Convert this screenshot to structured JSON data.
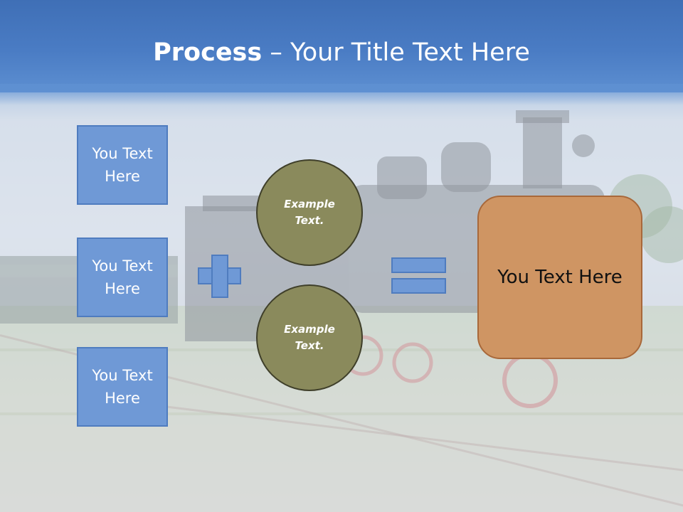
{
  "title": {
    "bold": "Process",
    "rest": " – Your Title Text Here"
  },
  "left_boxes": [
    {
      "line1": "You Text",
      "line2": "Here"
    },
    {
      "line1": "You Text",
      "line2": "Here"
    },
    {
      "line1": "You Text",
      "line2": "Here"
    }
  ],
  "circles": [
    {
      "line1": "Example",
      "line2": "Text."
    },
    {
      "line1": "Example",
      "line2": "Text."
    }
  ],
  "result_box": "You Text Here",
  "colors": {
    "title_band": "#4a7cc4",
    "box_fill": "#6f99d6",
    "box_border": "#4f7cbf",
    "circle_fill": "#8a8a5c",
    "result_fill": "#cf9563",
    "result_border": "#a8683a"
  },
  "icons": {
    "plus": "plus-sign-icon",
    "equals": "equals-sign-icon"
  }
}
